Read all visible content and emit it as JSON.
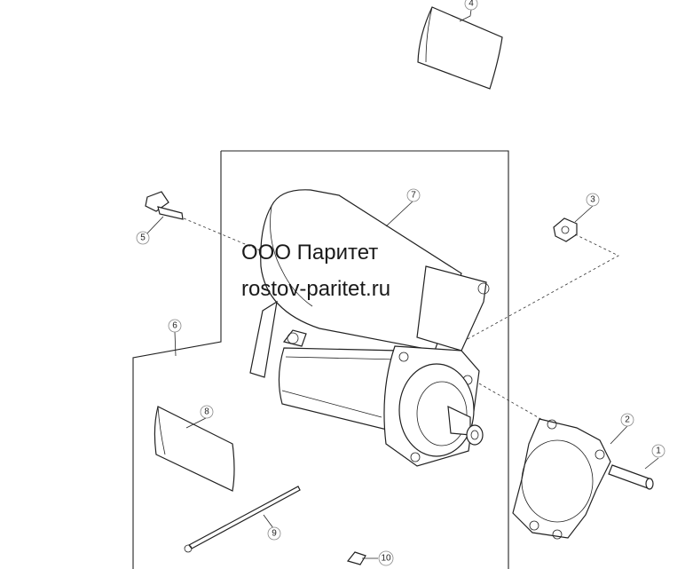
{
  "watermark": {
    "line1": "ООО Паритет",
    "line2": "rostov-paritet.ru"
  },
  "callouts": [
    {
      "id": "callout-1",
      "label": "1"
    },
    {
      "id": "callout-2",
      "label": "2"
    },
    {
      "id": "callout-3",
      "label": "3"
    },
    {
      "id": "callout-4",
      "label": "4"
    },
    {
      "id": "callout-5",
      "label": "5"
    },
    {
      "id": "callout-6",
      "label": "6"
    },
    {
      "id": "callout-7",
      "label": "7"
    },
    {
      "id": "callout-8",
      "label": "8"
    },
    {
      "id": "callout-9",
      "label": "9"
    },
    {
      "id": "callout-10",
      "label": "10"
    }
  ]
}
